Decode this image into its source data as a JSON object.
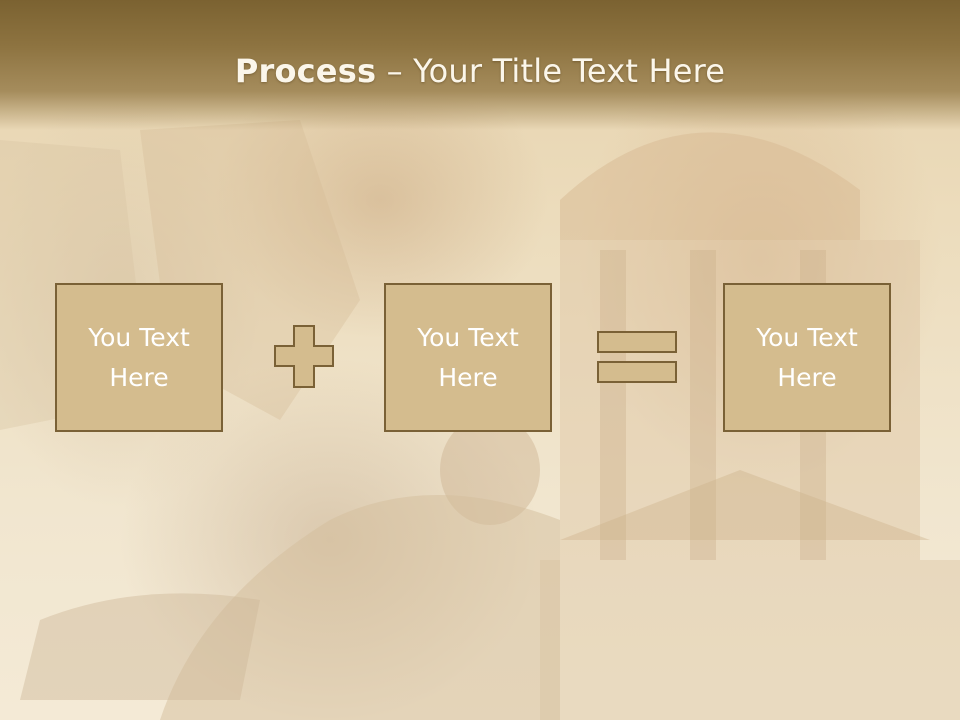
{
  "slide": {
    "title_bold": "Process",
    "title_rest": " – Your Title Text Here",
    "boxes": [
      {
        "label": "You Text Here"
      },
      {
        "label": "You Text Here"
      },
      {
        "label": "You Text Here"
      }
    ],
    "operators": [
      "plus-icon",
      "equals-icon"
    ]
  },
  "colors": {
    "header": "#8d7340",
    "box_fill": "#d4bc8e",
    "box_border": "#7a6136",
    "text": "#ffffff"
  }
}
